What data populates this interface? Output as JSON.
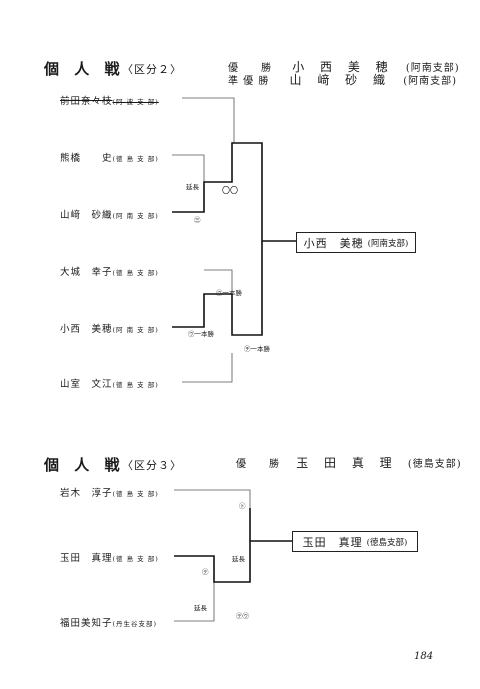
{
  "sections": [
    {
      "title": "個 人 戦",
      "division": "〈区分２〉",
      "results": [
        {
          "rank": "優　　勝",
          "name": "小 西 美 穂",
          "branch": "(阿南支部)"
        },
        {
          "rank": "準 優 勝",
          "name": "山 﨑 砂 織",
          "branch": "(阿南支部)"
        }
      ],
      "players": [
        {
          "name": "前田奈々枝",
          "branch": "(阿 波 支 部)"
        },
        {
          "name": "熊橋　　史",
          "branch": "(徳 島 支 部)"
        },
        {
          "name": "山﨑　砂織",
          "branch": "(阿 南 支 部)"
        },
        {
          "name": "大城　幸子",
          "branch": "(徳 島 支 部)"
        },
        {
          "name": "小西　美穂",
          "branch": "(阿 南 支 部)"
        },
        {
          "name": "山室　文江",
          "branch": "(徳 島 支 部)"
        }
      ],
      "annotations": [
        "延長",
        "〇〇",
        "㊂",
        "㋒一本勝",
        "㋒一本勝",
        "㋠一本勝"
      ],
      "winner": {
        "name": "小西　美穂",
        "branch": "(阿南支部)"
      }
    },
    {
      "title": "個 人 戦",
      "division": "〈区分３〉",
      "results": [
        {
          "rank": "優　　勝",
          "name": "玉 田 真 理",
          "branch": "(徳島支部)"
        }
      ],
      "players": [
        {
          "name": "岩木　淳子",
          "branch": "(徳 島 支 部)"
        },
        {
          "name": "玉田　真理",
          "branch": "(徳 島 支 部)"
        },
        {
          "name": "福田美知子",
          "branch": "(丹生谷支部)"
        }
      ],
      "annotations": [
        "㋣",
        "延長",
        "㋢",
        "延長",
        "㋢㋒"
      ],
      "winner": {
        "name": "玉田　真理",
        "branch": "(徳島支部)"
      }
    }
  ],
  "page_number": "184"
}
